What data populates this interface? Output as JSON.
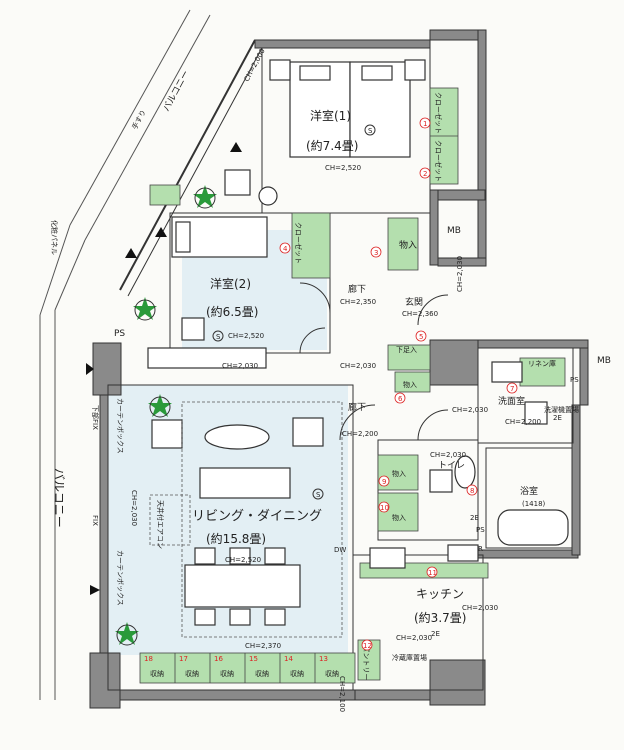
{
  "rooms": {
    "western1": {
      "name": "洋室(1)",
      "area": "(約7.4畳)",
      "ch": "CH=2,520"
    },
    "western2": {
      "name": "洋室(2)",
      "area": "(約6.5畳)",
      "ch": "CH=2,520"
    },
    "ldk": {
      "name": "リビング・ダイニング",
      "area": "(約15.8畳)",
      "ch": "CH=2,520"
    },
    "kitchen": {
      "name": "キッチン",
      "area": "(約3.7畳)",
      "ch": "CH=2,030"
    },
    "entrance": {
      "name": "玄関",
      "ch": "CH=2,360"
    },
    "hall1": {
      "name": "廊下",
      "ch": "CH=2,350"
    },
    "hall2": {
      "name": "廊下",
      "ch": "CH=2,200"
    },
    "washroom": {
      "name": "洗面室",
      "ch": "CH=2,200"
    },
    "toilet": {
      "name": "トイレ",
      "ch": "CH=2,030"
    },
    "bath": {
      "name": "浴室",
      "size": "(1418)"
    }
  },
  "labels": {
    "balcony": "バルコニー",
    "balcony_side": "バルコニー",
    "mb": "MB",
    "mb2": "MB",
    "ps": "PS",
    "ps2": "PS",
    "ps3": "PS",
    "closet": "クローゼット",
    "storage": "物入",
    "shoebox": "下足入",
    "ceiling_ac": "天井付エアコン",
    "pantry": "パントリー",
    "fridge": "冷蔵庫置場",
    "washer": "洗濯機置場",
    "linen": "リネン庫",
    "curtain_box": "カーテンボックス",
    "handrail": "手すり",
    "fix": "FIX",
    "lower_fix": "下部FIX",
    "decor_panel": "化粧パネル",
    "storage_label": "収納",
    "ch_2000": "CH=2,000",
    "ch_2030": "CH=2,030",
    "ch_2200": "CH=2,200",
    "ch_2370": "CH=2,370",
    "ch_2520": "CH=2,520",
    "ch_2100": "CH=2,100",
    "dw": "DW",
    "r": "R",
    "twoE": "2E",
    "s": "S"
  },
  "storage_numbers": [
    "18",
    "17",
    "16",
    "15",
    "14",
    "13"
  ],
  "marker_numbers": [
    "1",
    "2",
    "3",
    "4",
    "5",
    "6",
    "7",
    "8",
    "9",
    "10",
    "11",
    "12"
  ],
  "colors": {
    "storage_green": "#b4dfae",
    "living_blue": "#e3eff4",
    "marker_red": "#d22222",
    "star_green": "#2a9a3a"
  }
}
